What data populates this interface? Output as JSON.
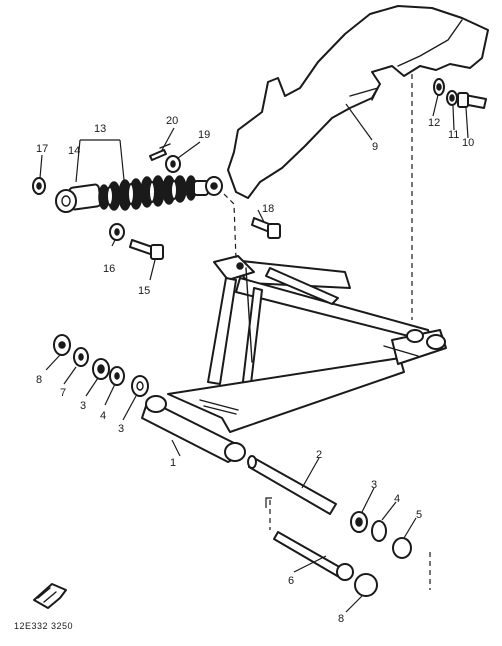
{
  "diagram_code": "12E332 3250",
  "callouts": {
    "p1": "1",
    "p2": "2",
    "p3a": "3",
    "p3b": "3",
    "p3c": "3",
    "p4a": "4",
    "p4b": "4",
    "p5": "5",
    "p6": "6",
    "p7": "7",
    "p8a": "8",
    "p8b": "8",
    "p9": "9",
    "p10": "10",
    "p11": "11",
    "p12": "12",
    "p13": "13",
    "p14": "14",
    "p15": "15",
    "p16": "16",
    "p17": "17",
    "p18": "18",
    "p19": "19",
    "p20": "20"
  }
}
